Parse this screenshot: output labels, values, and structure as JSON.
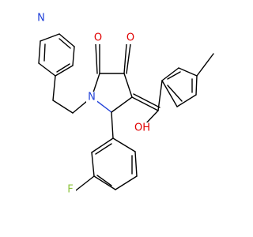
{
  "atom_labels": {
    "o_ketone": "O",
    "o_amide": "O",
    "o_hydroxyl": "OH",
    "n_ring": "N",
    "n_pyridine": "N",
    "fluorine": "F"
  },
  "colors": {
    "background": "#ffffff",
    "bond": "#000000",
    "oxygen": "#e00000",
    "nitrogen": "#1f3fd8",
    "fluorine": "#8cc43c"
  }
}
